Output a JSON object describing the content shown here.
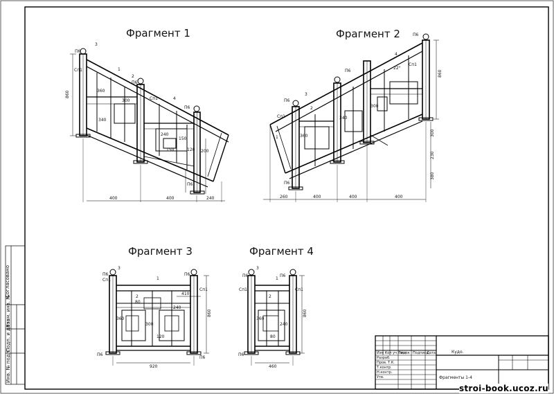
{
  "fragments": [
    {
      "title": "Фрагмент 1"
    },
    {
      "title": "Фрагмент 2"
    },
    {
      "title": "Фрагмент 3"
    },
    {
      "title": "Фрагмент 4"
    }
  ],
  "fragment1": {
    "height_dim": "860",
    "bottom_dims": [
      "400",
      "400",
      "240"
    ],
    "labels": [
      "1",
      "2",
      "3",
      "4",
      "Сп1",
      "Сп1",
      "360",
      "340",
      "300",
      "240",
      "150",
      "150",
      "120",
      "200",
      "П6",
      "П6",
      "П6",
      "П6"
    ]
  },
  "fragment2": {
    "height_dim": "860",
    "bottom_dims": [
      "260",
      "400",
      "400",
      "400"
    ],
    "right_dims": [
      "300",
      "230",
      "380"
    ],
    "labels": [
      "1",
      "2",
      "3",
      "4",
      "Сп1",
      "Сп1",
      "22°",
      "360",
      "340",
      "300",
      "П6",
      "П6",
      "П6",
      "П6"
    ]
  },
  "fragment3": {
    "height_dim": "860",
    "bottom_dim": "920",
    "top_dim": "410",
    "labels": [
      "1",
      "2",
      "3",
      "Сп1",
      "Сп1",
      "360",
      "300",
      "240",
      "120",
      "80",
      "П6",
      "П6",
      "П6",
      "П6"
    ]
  },
  "fragment4": {
    "height_dim": "860",
    "bottom_dim": "460",
    "labels": [
      "1",
      "2",
      "3",
      "Сп1",
      "Сп1",
      "360",
      "240",
      "80",
      "П6",
      "П6",
      "П6"
    ]
  },
  "side_strip": {
    "agreed": "Согласовано",
    "cells": [
      "Инв. № подл.",
      "Подп. и дата",
      "Взам. инв. №"
    ]
  },
  "title_block": {
    "rows": [
      "Изм Кол уч Лист",
      "Разраб.",
      "Пров. Т.К.",
      "Т.контр.",
      "Н.контр.",
      "Утв."
    ],
    "col_headers": [
      "№док",
      "Подпись",
      "Дата"
    ],
    "doc_title": "Фрагменты 1-4",
    "project_field": "Кудо."
  },
  "watermark": "stroi-book.ucoz.ru"
}
